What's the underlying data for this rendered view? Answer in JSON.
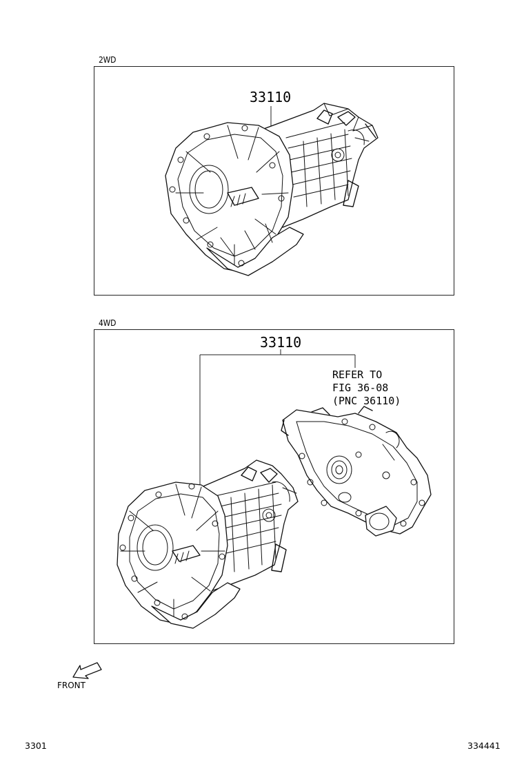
{
  "panels": {
    "top": {
      "label": "2WD",
      "part_number": "33110"
    },
    "bottom": {
      "label": "4WD",
      "part_number": "33110",
      "reference_note": "REFER TO\nFIG 36-08\n(PNC 36110)"
    }
  },
  "direction_indicator": {
    "label": "FRONT"
  },
  "footer": {
    "left_code": "3301",
    "right_code": "334441"
  }
}
